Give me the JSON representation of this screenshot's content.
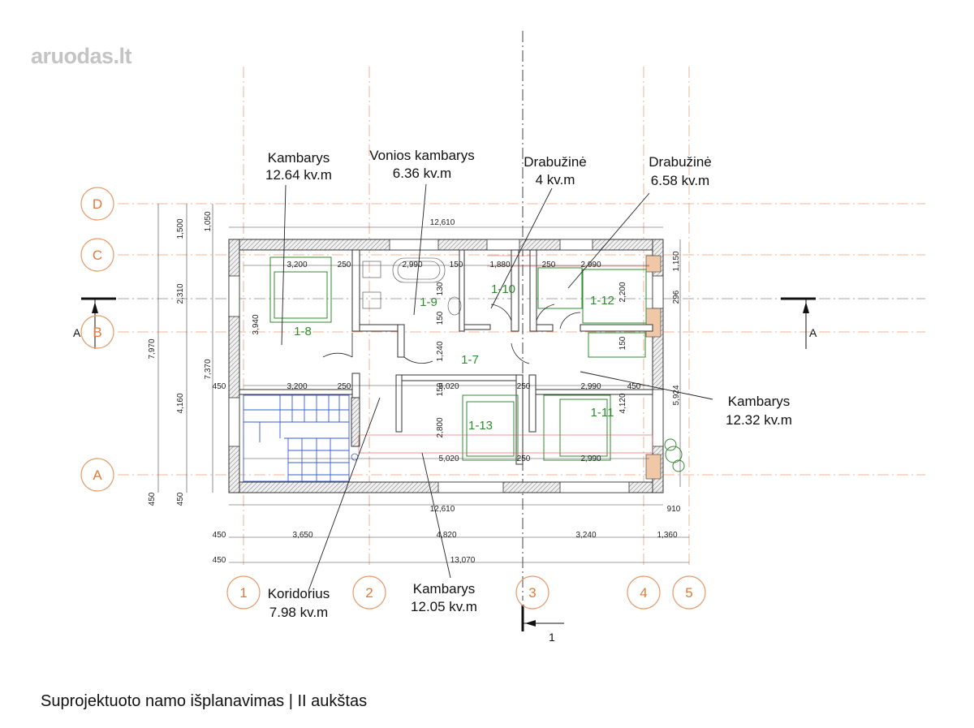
{
  "logo": {
    "brand": "aruodas",
    "tld": ".lt"
  },
  "caption": "Suprojektuoto namo išplanavimas | II aukštas",
  "axes": {
    "letters": [
      "D",
      "C",
      "B",
      "A"
    ],
    "numbers": [
      "1",
      "2",
      "3",
      "4",
      "5"
    ]
  },
  "section": {
    "left": "A",
    "right": "A",
    "marker": "1"
  },
  "rooms": [
    {
      "name": "Kambarys",
      "area": "12.64 kv.m",
      "id": "1-8"
    },
    {
      "name": "Vonios kambarys",
      "area": "6.36 kv.m",
      "id": "1-9"
    },
    {
      "name": "Drabužinė",
      "area": "4 kv.m",
      "id": "1-10"
    },
    {
      "name": "Drabužinė",
      "area": "6.58 kv.m",
      "id": "1-12"
    },
    {
      "name": "Kambarys",
      "area": "12.32 kv.m",
      "id": "1-11"
    },
    {
      "name": "Kambarys",
      "area": "12.05 kv.m",
      "id": "1-13"
    },
    {
      "name": "Koridorius",
      "area": "7.98 kv.m",
      "id": "1-7"
    }
  ],
  "dimensions": {
    "top_overall": "12,610",
    "top_row": [
      "3,200",
      "250",
      "2,990",
      "150",
      "1,880",
      "250",
      "2,990"
    ],
    "mid_row": [
      "3,200",
      "250",
      "5,020",
      "250",
      "2,990",
      "450"
    ],
    "bottom_row": [
      "5,020",
      "250",
      "2,990"
    ],
    "left_outer": [
      "7,970",
      "450",
      "450"
    ],
    "left_mid": [
      "1,500",
      "2,310",
      "4,160",
      "450"
    ],
    "left_inner": [
      "1,050",
      "7,370",
      "450"
    ],
    "inner_vertical": [
      "3,940",
      "130",
      "150",
      "1,240",
      "150",
      "2,800",
      "2,200",
      "150",
      "4,120"
    ],
    "right": [
      "1,150",
      "296",
      "5,924"
    ],
    "bottom_chain_1": [
      "12,610",
      "910"
    ],
    "bottom_chain_2": [
      "450",
      "3,650",
      "4,820",
      "3,240",
      "1,360"
    ],
    "bottom_chain_3": [
      "450",
      "13,070"
    ]
  }
}
